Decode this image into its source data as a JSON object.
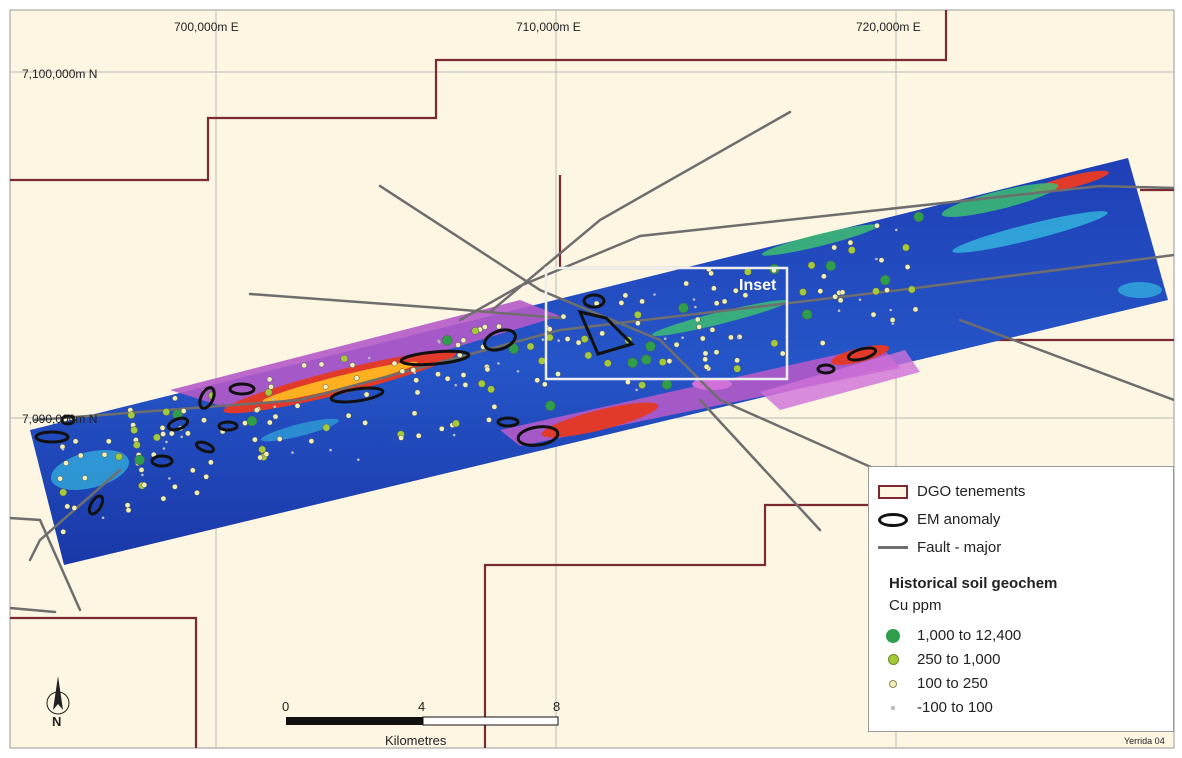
{
  "grid": {
    "easting_labels": [
      "700,000m E",
      "710,000m E",
      "720,000m E"
    ],
    "northing_labels": [
      "7,100,000m N",
      "7,090,000m N"
    ]
  },
  "inset_label": "Inset",
  "legend": {
    "tenements": "DGO tenements",
    "em_anomaly": "EM anomaly",
    "fault": "Fault - major",
    "soil_title": "Historical soil geochem",
    "soil_unit": "Cu ppm",
    "classes": [
      {
        "label": "1,000 to 12,400",
        "color": "#2e9e4a"
      },
      {
        "label": "250 to 1,000",
        "color": "#a4c93a"
      },
      {
        "label": "100 to 250",
        "color": "#f1f0b4"
      },
      {
        "label": "-100 to 100",
        "color": "#bbbbbb"
      }
    ]
  },
  "scale_bar": {
    "ticks": [
      "0",
      "4",
      "8"
    ],
    "unit": "Kilometres"
  },
  "north_arrow": {
    "label": "N"
  },
  "figure_id": "Yerrida 04",
  "colors": {
    "background": "#fdf6e3",
    "tenement": "#7a2a30",
    "fault": "#6e6e6e",
    "em_anomaly": "#111111"
  }
}
